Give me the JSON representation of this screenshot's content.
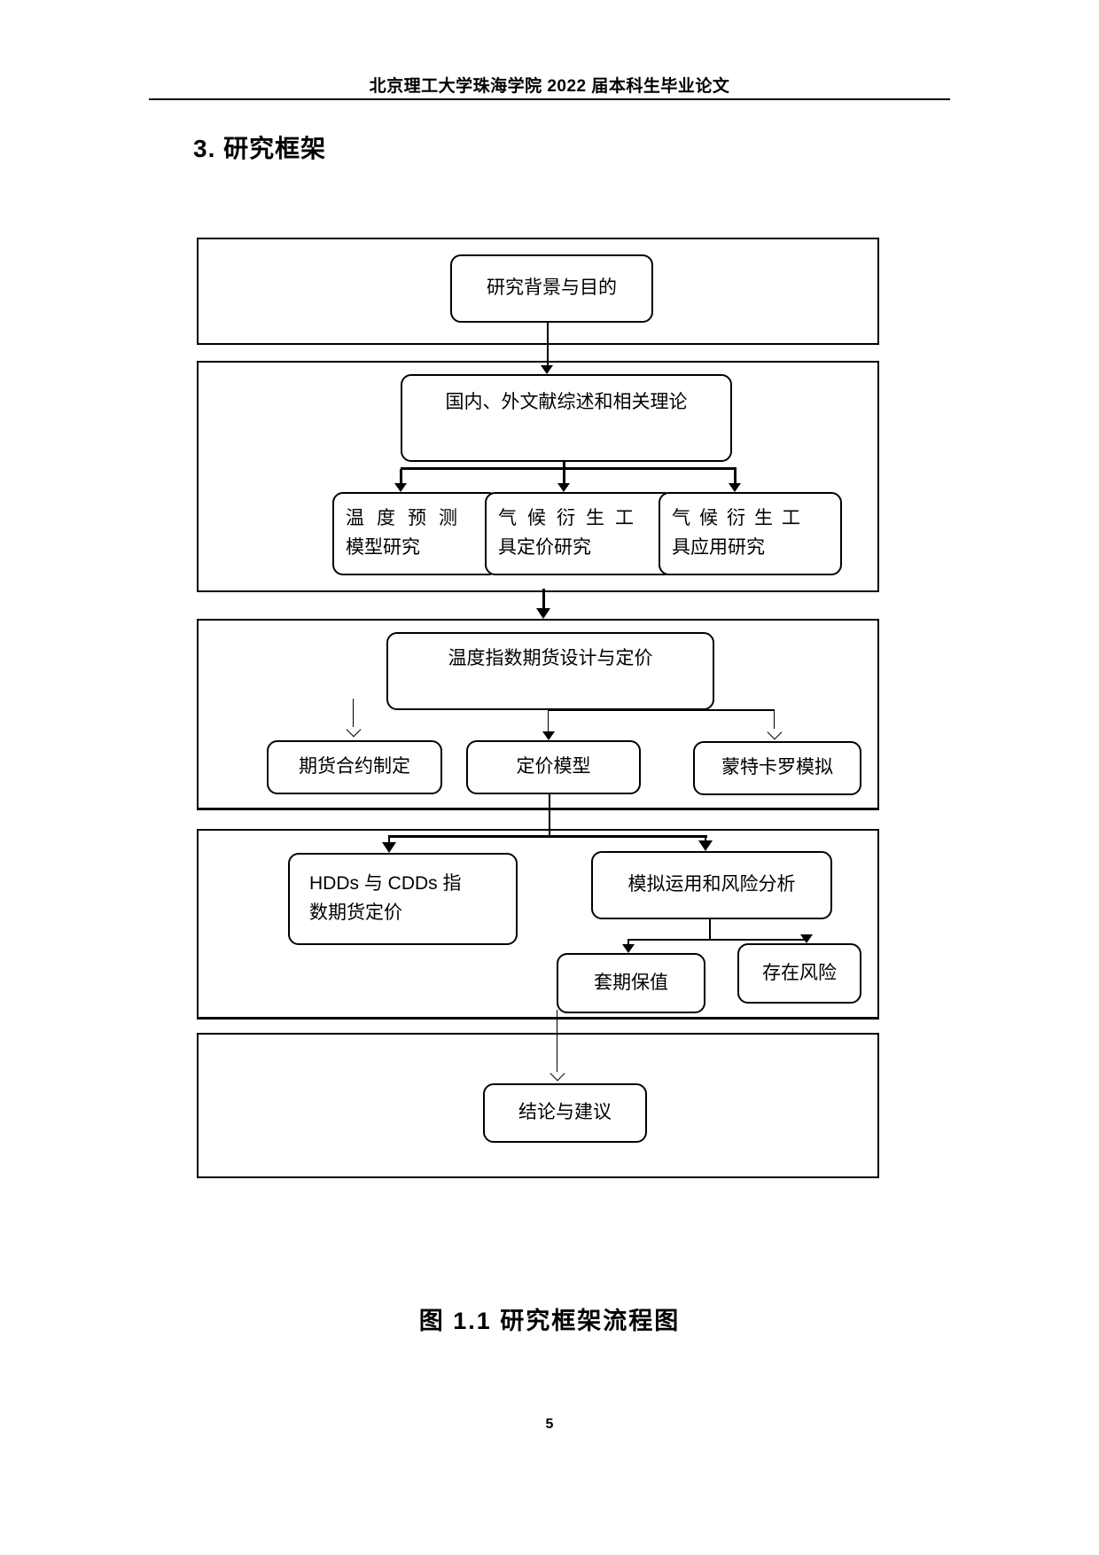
{
  "page": {
    "header": "北京理工大学珠海学院 2022 届本科生毕业论文",
    "heading": "3. 研究框架",
    "caption": "图  1.1 研究框架流程图",
    "page_number": "5"
  },
  "colors": {
    "ink": "#000000",
    "paper": "#ffffff"
  },
  "flowchart": {
    "background_purpose": "研究背景与目的",
    "literature_review": "国内、外文献综述和相关理论",
    "temp_forecast": {
      "line1": "温度预测",
      "line2": "模型研究"
    },
    "derivative_pricing_research": {
      "line1": "气候衍生工",
      "line2": "具定价研究"
    },
    "derivative_application_research": {
      "line1": "气候衍生工",
      "line2": "具应用研究"
    },
    "futures_design_pricing": "温度指数期货设计与定价",
    "contract_design": "期货合约制定",
    "pricing_model": "定价模型",
    "monte_carlo": "蒙特卡罗模拟",
    "hdds_cdds_pricing": {
      "line1": "HDDs 与 CDDs 指",
      "line2": "数期货定价"
    },
    "simulation_risk": "模拟运用和风险分析",
    "hedging": "套期保值",
    "existing_risk": "存在风险",
    "conclusion": "结论与建议"
  }
}
